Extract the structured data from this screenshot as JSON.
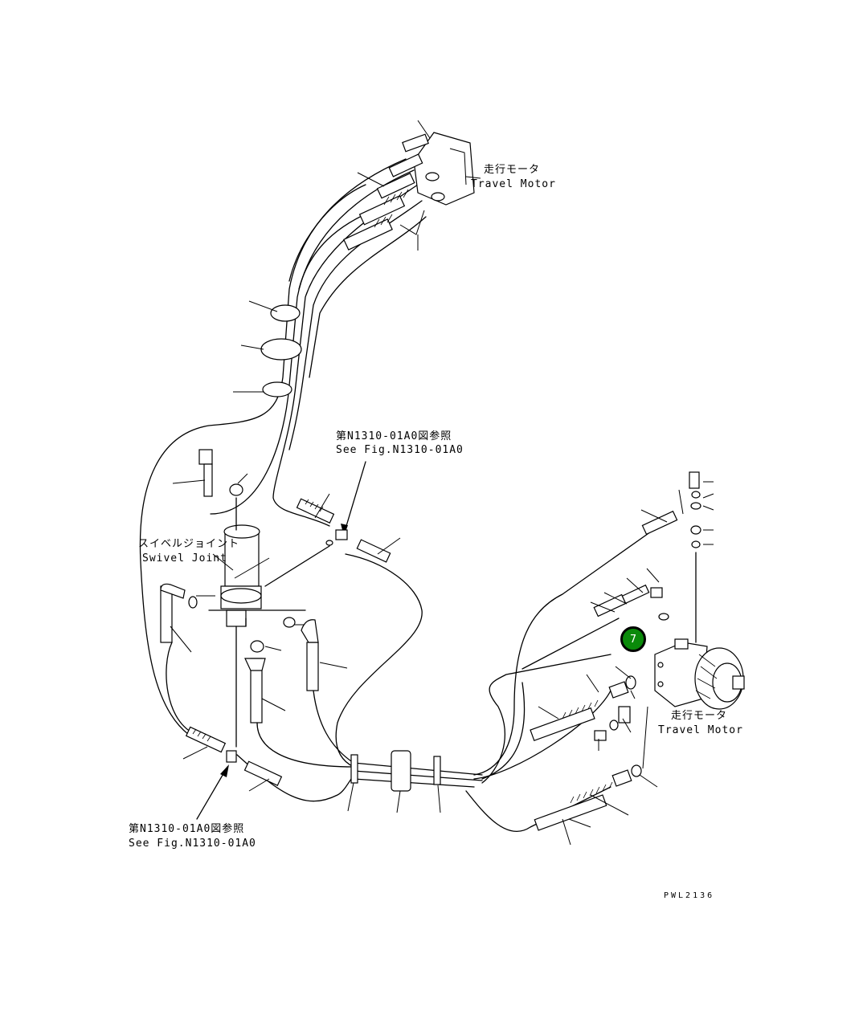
{
  "labels": {
    "travel_motor_top_jp": "走行モータ",
    "travel_motor_top_en": "Travel Motor",
    "see_fig_top_jp": "第N1310-01A0図参照",
    "see_fig_top_en": "See Fig.N1310-01A0",
    "swivel_joint_jp": "スイベルジョイント",
    "swivel_joint_en": "Swivel Joint",
    "travel_motor_right_jp": "走行モータ",
    "travel_motor_right_en": "Travel Motor",
    "see_fig_bottom_jp": "第N1310-01A0図参照",
    "see_fig_bottom_en": "See Fig.N1310-01A0",
    "drawing_code": "PWL2136"
  },
  "callout": {
    "number": "7",
    "color": "#0a8a0a"
  }
}
